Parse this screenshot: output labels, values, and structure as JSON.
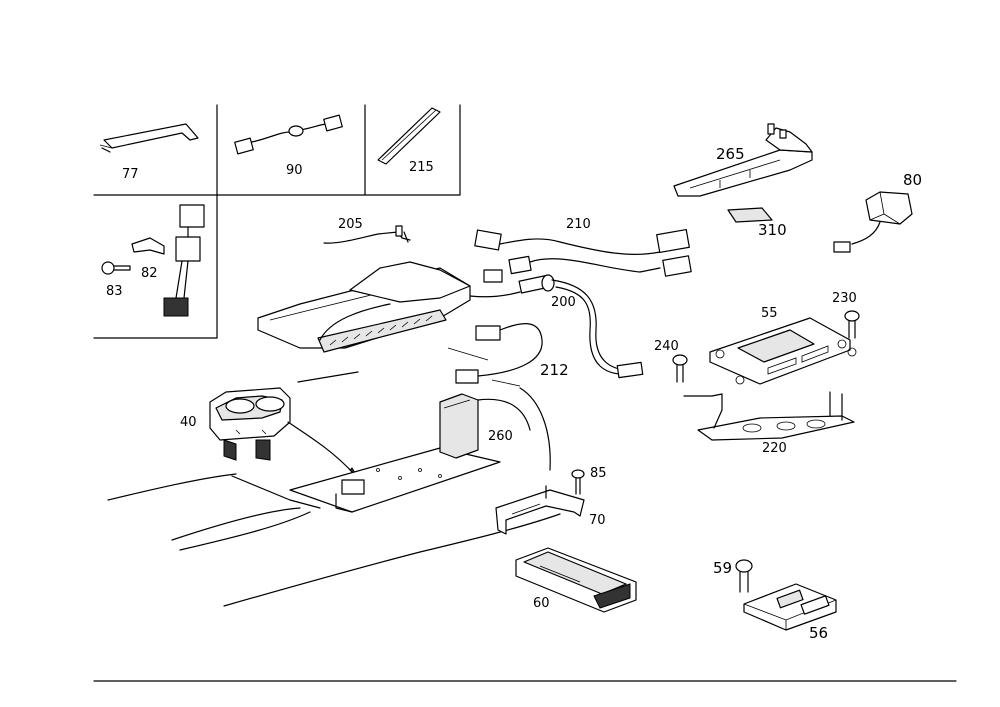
{
  "labels": {
    "p77": "77",
    "p90": "90",
    "p215": "215",
    "p82": "82",
    "p83": "83",
    "p205": "205",
    "p210": "210",
    "p265": "265",
    "p80": "80",
    "p310": "310",
    "p200": "200",
    "p55": "55",
    "p230": "230",
    "p240": "240",
    "p212": "212",
    "p40": "40",
    "p260": "260",
    "p220": "220",
    "p85": "85",
    "p70": "70",
    "p60": "60",
    "p59": "59",
    "p56": "56"
  }
}
